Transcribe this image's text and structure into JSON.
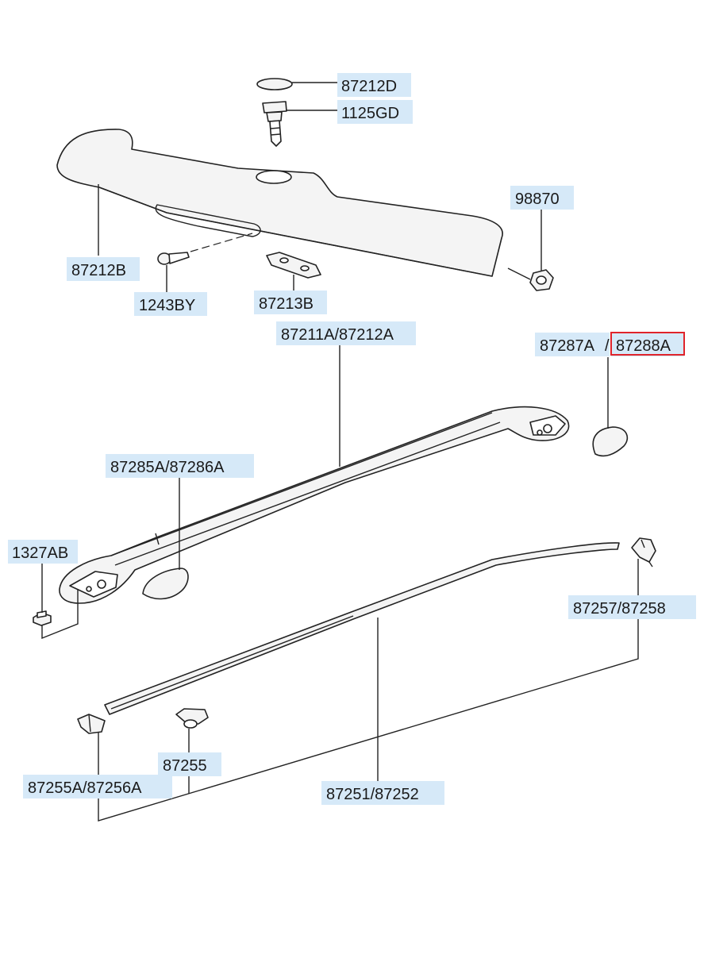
{
  "labels": {
    "p87212d": "87212D",
    "p1125gd": "1125GD",
    "p98870": "98870",
    "p87212b": "87212B",
    "p1243by": "1243BY",
    "p87213b": "87213B",
    "p87211a_87212a": "87211A/87212A",
    "p87287a": "87287A",
    "slash": "/",
    "p87288a": "87288A",
    "p87285a_87286a": "87285A/87286A",
    "p1327ab": "1327AB",
    "p87257_87258": "87257/87258",
    "p87255": "87255",
    "p87255a_87256a": "87255A/87256A",
    "p87251_87252": "87251/87252"
  },
  "colors": {
    "label_background": "#d6e9f8",
    "highlight": "#e0242b"
  }
}
